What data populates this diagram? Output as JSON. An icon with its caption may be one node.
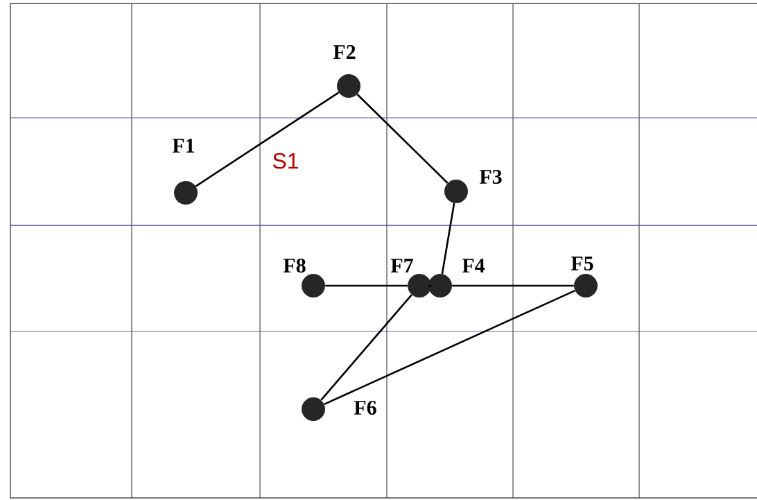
{
  "diagram": {
    "nodes": [
      {
        "text": [
          "F1"
        ]
      },
      {
        "text": [
          "F2"
        ]
      },
      {
        "text": [
          "F3"
        ]
      },
      {
        "text": [
          "F4"
        ]
      },
      {
        "text": [
          "F5"
        ]
      },
      {
        "text": [
          "F6"
        ]
      },
      {
        "text": [
          "F7"
        ]
      },
      {
        "text": [
          "F8"
        ]
      }
    ],
    "edges": [
      {
        "from": 0,
        "to": 1,
        "arrow": "none"
      },
      {
        "from": 1,
        "to": 2,
        "arrow": "none"
      },
      {
        "from": 2,
        "to": 3,
        "arrow": "none"
      },
      {
        "from": 7,
        "to": 6,
        "arrow": "none"
      },
      {
        "from": 6,
        "to": 3,
        "arrow": "none"
      },
      {
        "from": 3,
        "to": 4,
        "arrow": "none"
      },
      {
        "from": 4,
        "to": 5,
        "arrow": "none"
      },
      {
        "from": 5,
        "to": 6,
        "arrow": "none"
      }
    ],
    "labels": [
      "S1"
    ]
  }
}
